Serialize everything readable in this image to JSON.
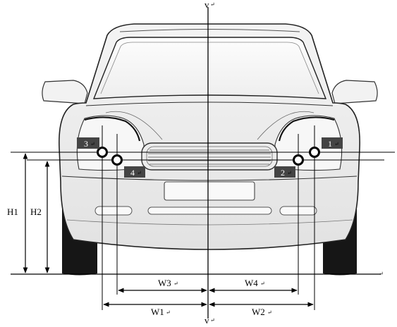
{
  "diagram": {
    "axis": {
      "top_label": "v",
      "bottom_label": "v"
    },
    "return_mark": "↵",
    "lamps": [
      {
        "id": "1",
        "label": "1"
      },
      {
        "id": "2",
        "label": "2"
      },
      {
        "id": "3",
        "label": "3"
      },
      {
        "id": "4",
        "label": "4"
      }
    ],
    "heights": {
      "h1": "H1",
      "h2": "H2"
    },
    "widths": {
      "w1": "W1",
      "w2": "W2",
      "w3": "W3",
      "w4": "W4"
    }
  }
}
